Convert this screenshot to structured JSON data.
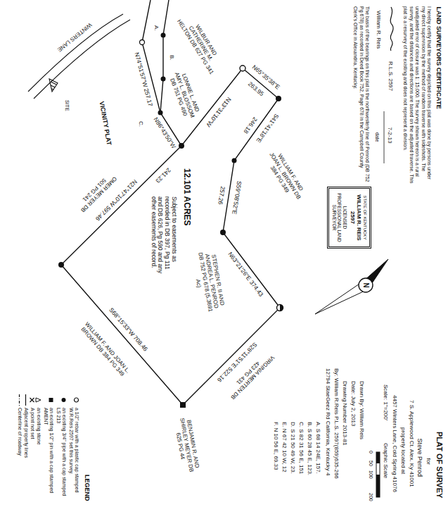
{
  "diagram": {
    "nodes": [
      {
        "text": [
          "STATE OF KENTUCKY",
          "WILLIAM R. REIS",
          "2597",
          "LICENSED PROFESSIONAL LAND SURVEYOR"
        ]
      }
    ],
    "labels": [
      "LAND SURVEYORS CERTIFICATE",
      "I hereby certify that the survey depicted on this plat was done by persons under my direct supervision by the method of random traverse with sideshots. The unadjusted error of closure was 1: 15,000. The survey shown hereon is a rural survey, and the distances and directions are based on the adjusted traverse. This plat is a resurvey of the existing and does not represent a division.",
      "William R. Reis",
      "R.L.S. 2597",
      "7-2-13",
      "date",
      "The basis of the bearings on this plat is the northwesterly line of Penrod (DB 752 Pg 678) as recorded in Deed Book 752, Page 678 in the Campbell County Clerk's Office in Alexandria, Kentucky.",
      "PLAT OF SURVEY",
      "for",
      "Steve Penrod",
      "7 S. Applewood Ct. Alex. Ky 41001",
      "property located at",
      "4457 Winters Lane, Cold Spring 41076",
      "Scale: 1\"=200'",
      "Graphic Scale",
      "0",
      "50",
      "100",
      "200",
      "Drawn By: William Reis",
      "Date: July 2, 2013",
      "Drawing Number 2013-81",
      "By: William R.Reis P.L.S. 2597(859)635-266",
      "12794 StaeGeez Rd California, Kentucky 4",
      "A. S 68 14 24E, 157.",
      "B. S 60 28 45 E, 123.",
      "C. S 82 31 56 E, 151",
      "D. S 21 50 49 W, 23.",
      "E. N 67 42 10 W, 12",
      "F. N 10 56 E, 69.33",
      "N",
      "12.101 ACRES",
      "Subject to easements as recorded in DB 397, Pg 111 and DB 626, Pg 590 and any other easements of record.",
      "N21°47'10\"W 597.46",
      "241.23",
      "OMER MEYER DB 501 PG 241",
      "N13°31'10\"W",
      "N65°35'38\"E",
      "263.95",
      "WILBUR AND CATHERINE M. HELTON DB 627 PG 341",
      "S41°41'18\"E",
      "246.18",
      "WILLIAM F. AND JOAN L. BROWN DB 384 PG 349",
      "S59°08'52\"E",
      "257.26",
      "N63°21'26\"E 374.43",
      "STEPHEN R. II AND ANDREA L. PENROD DB 752 PG 678 (5.3691 Ac)",
      "S28°11'51\"E 522.16",
      "VIRGINIA MERTEN DB 423 PG 431",
      "S68°15'33\"W 708.46",
      "WILLIAM F. AND JOAN L. BROWN DB 384 PG 349",
      "BENJAMIN R. AND SHIRLEY MEYER DB 625 PG 44",
      "N74°51'57\"W 257.17",
      "N86°43'50\"W",
      "LONNIE L. AND AMY L. BLOSSOM DB 751 PG 490",
      "A.",
      "B.",
      "C.",
      "VICINITY PLAT",
      "WINTERS LANE",
      "SITE",
      "LEGEND"
    ],
    "legend": [
      {
        "text": "a 1/2\" rebar with a plastic cap stamped W.R.Reis 2597 set this survey."
      },
      {
        "text": "an existing 3/4\" pipe with a cap stamped LS 213"
      },
      {
        "text": "an existing 1/2\" pin with a cap stamped AMENT"
      },
      {
        "text": "an existing stone"
      },
      {
        "text": "A point not set"
      },
      {
        "text": "Adjacent property lines"
      },
      {
        "text": "Centerline of roadway"
      }
    ]
  }
}
